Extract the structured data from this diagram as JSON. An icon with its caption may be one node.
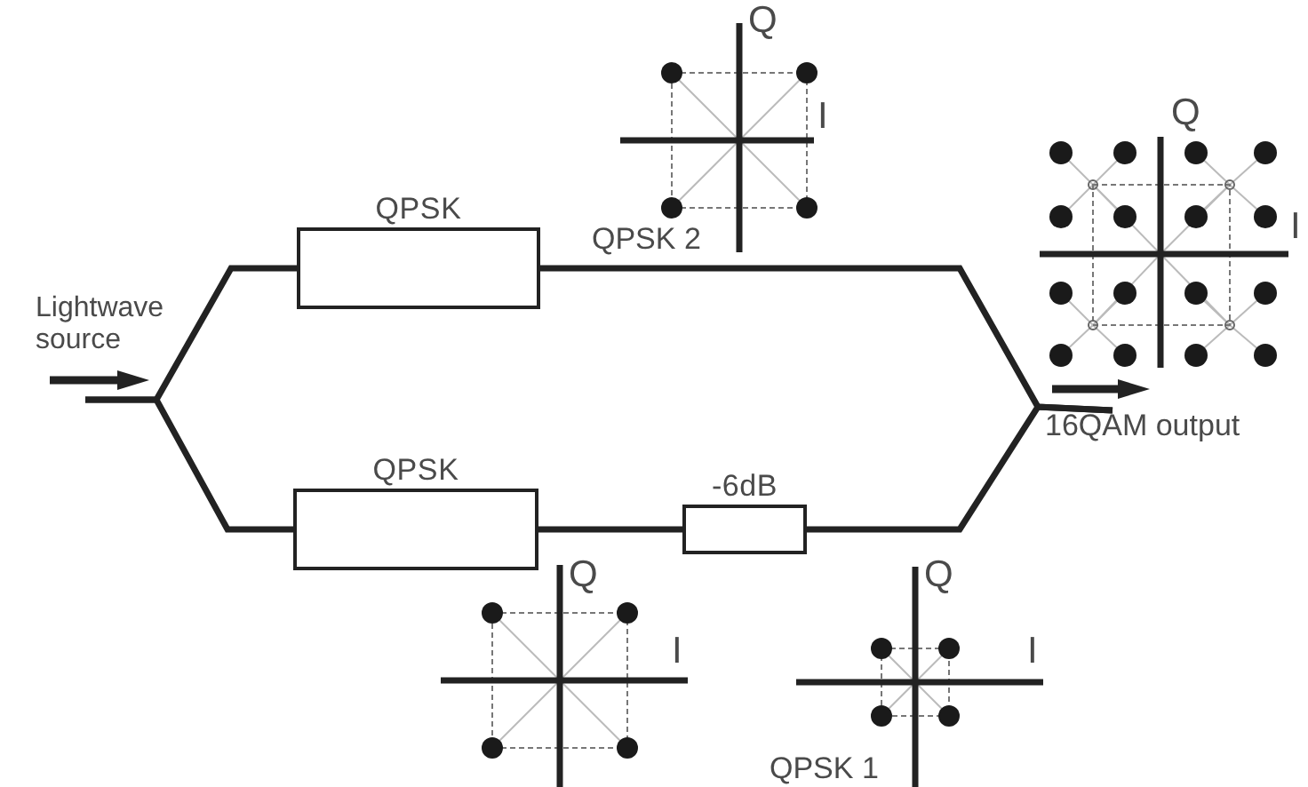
{
  "diagram": {
    "nodes": [
      {
        "text": [
          "QPSK"
        ]
      },
      {
        "text": [
          "QPSK"
        ]
      },
      {
        "text": [
          "-6dB"
        ]
      },
      {
        "text": [
          "16QAM output"
        ]
      }
    ],
    "edges": [
      {
        "from": null,
        "to": 0,
        "arrow": "none"
      },
      {
        "from": null,
        "to": 1,
        "arrow": "none"
      },
      {
        "from": 0,
        "to": 3,
        "arrow": "none"
      },
      {
        "from": 1,
        "to": 2,
        "arrow": "none"
      },
      {
        "from": 2,
        "to": 3,
        "arrow": "none"
      }
    ],
    "labels": [
      "Q",
      "I",
      "QPSK 2",
      "Q",
      "I",
      "Lightwave source",
      "Q",
      "I",
      "Q",
      "I",
      "QPSK 1"
    ]
  }
}
